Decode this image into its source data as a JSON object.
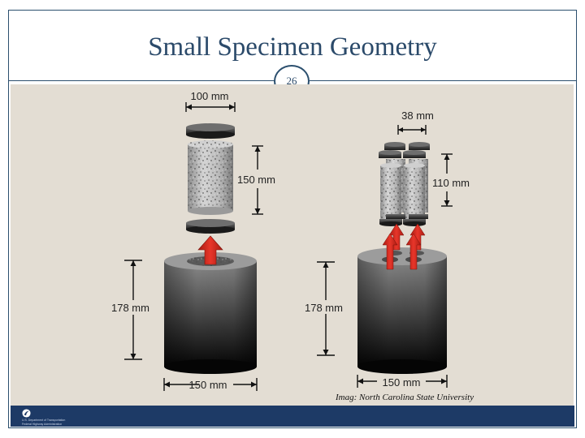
{
  "slide": {
    "title": "Small Specimen Geometry",
    "page_number": "26",
    "caption": "Imag: North Carolina State University"
  },
  "diagram": {
    "left_specimen": {
      "top_diameter": "100 mm",
      "core_height": "150 mm",
      "gyratory_height": "178 mm",
      "gyratory_diameter": "150 mm"
    },
    "right_specimen": {
      "top_diameter": "38 mm",
      "core_height": "110 mm",
      "gyratory_height": "178 mm",
      "gyratory_diameter": "150 mm"
    }
  },
  "footer": {
    "line1": "U.S. Department of Transportation",
    "line2": "Federal Highway Administration"
  },
  "colors": {
    "frame": "#2b4f6e",
    "title": "#2b4a6a",
    "figure_background": "#e3ddd3",
    "arrow": "#d42a1e",
    "footer": "#1d3a66"
  }
}
